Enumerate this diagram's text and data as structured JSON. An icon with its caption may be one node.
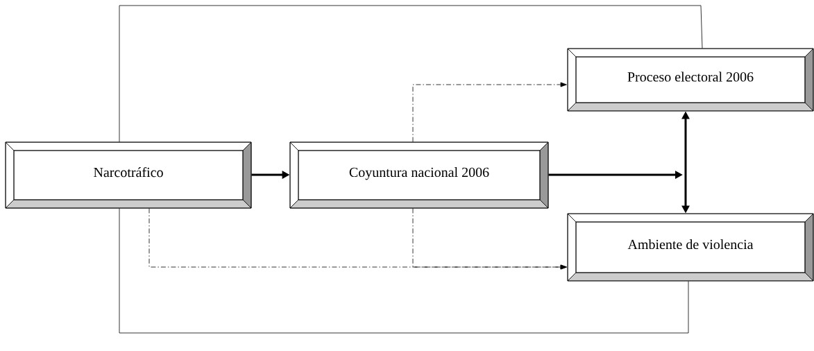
{
  "diagram": {
    "nodes": [
      {
        "text": [
          "Narcotráfico"
        ]
      },
      {
        "text": [
          "Coyuntura nacional 2006"
        ]
      },
      {
        "text": [
          "Proceso electoral 2006"
        ]
      },
      {
        "text": [
          "Ambiente de violencia"
        ]
      }
    ],
    "edges": [
      {
        "from": 0,
        "to": 1,
        "arrow": "to",
        "style": "thick"
      },
      {
        "from": 1,
        "to": null,
        "arrow": "to",
        "style": "thick"
      },
      {
        "from": 2,
        "to": 3,
        "arrow": "both",
        "style": "thick"
      },
      {
        "from": 1,
        "to": 2,
        "arrow": "to",
        "style": "dashed"
      },
      {
        "from": 0,
        "to": 3,
        "arrow": "to",
        "style": "dashed"
      },
      {
        "from": 1,
        "to": 3,
        "arrow": "to",
        "style": "dashed"
      },
      {
        "from": 0,
        "to": 2,
        "arrow": "none"
      },
      {
        "from": 0,
        "to": 3,
        "arrow": "none"
      }
    ]
  }
}
